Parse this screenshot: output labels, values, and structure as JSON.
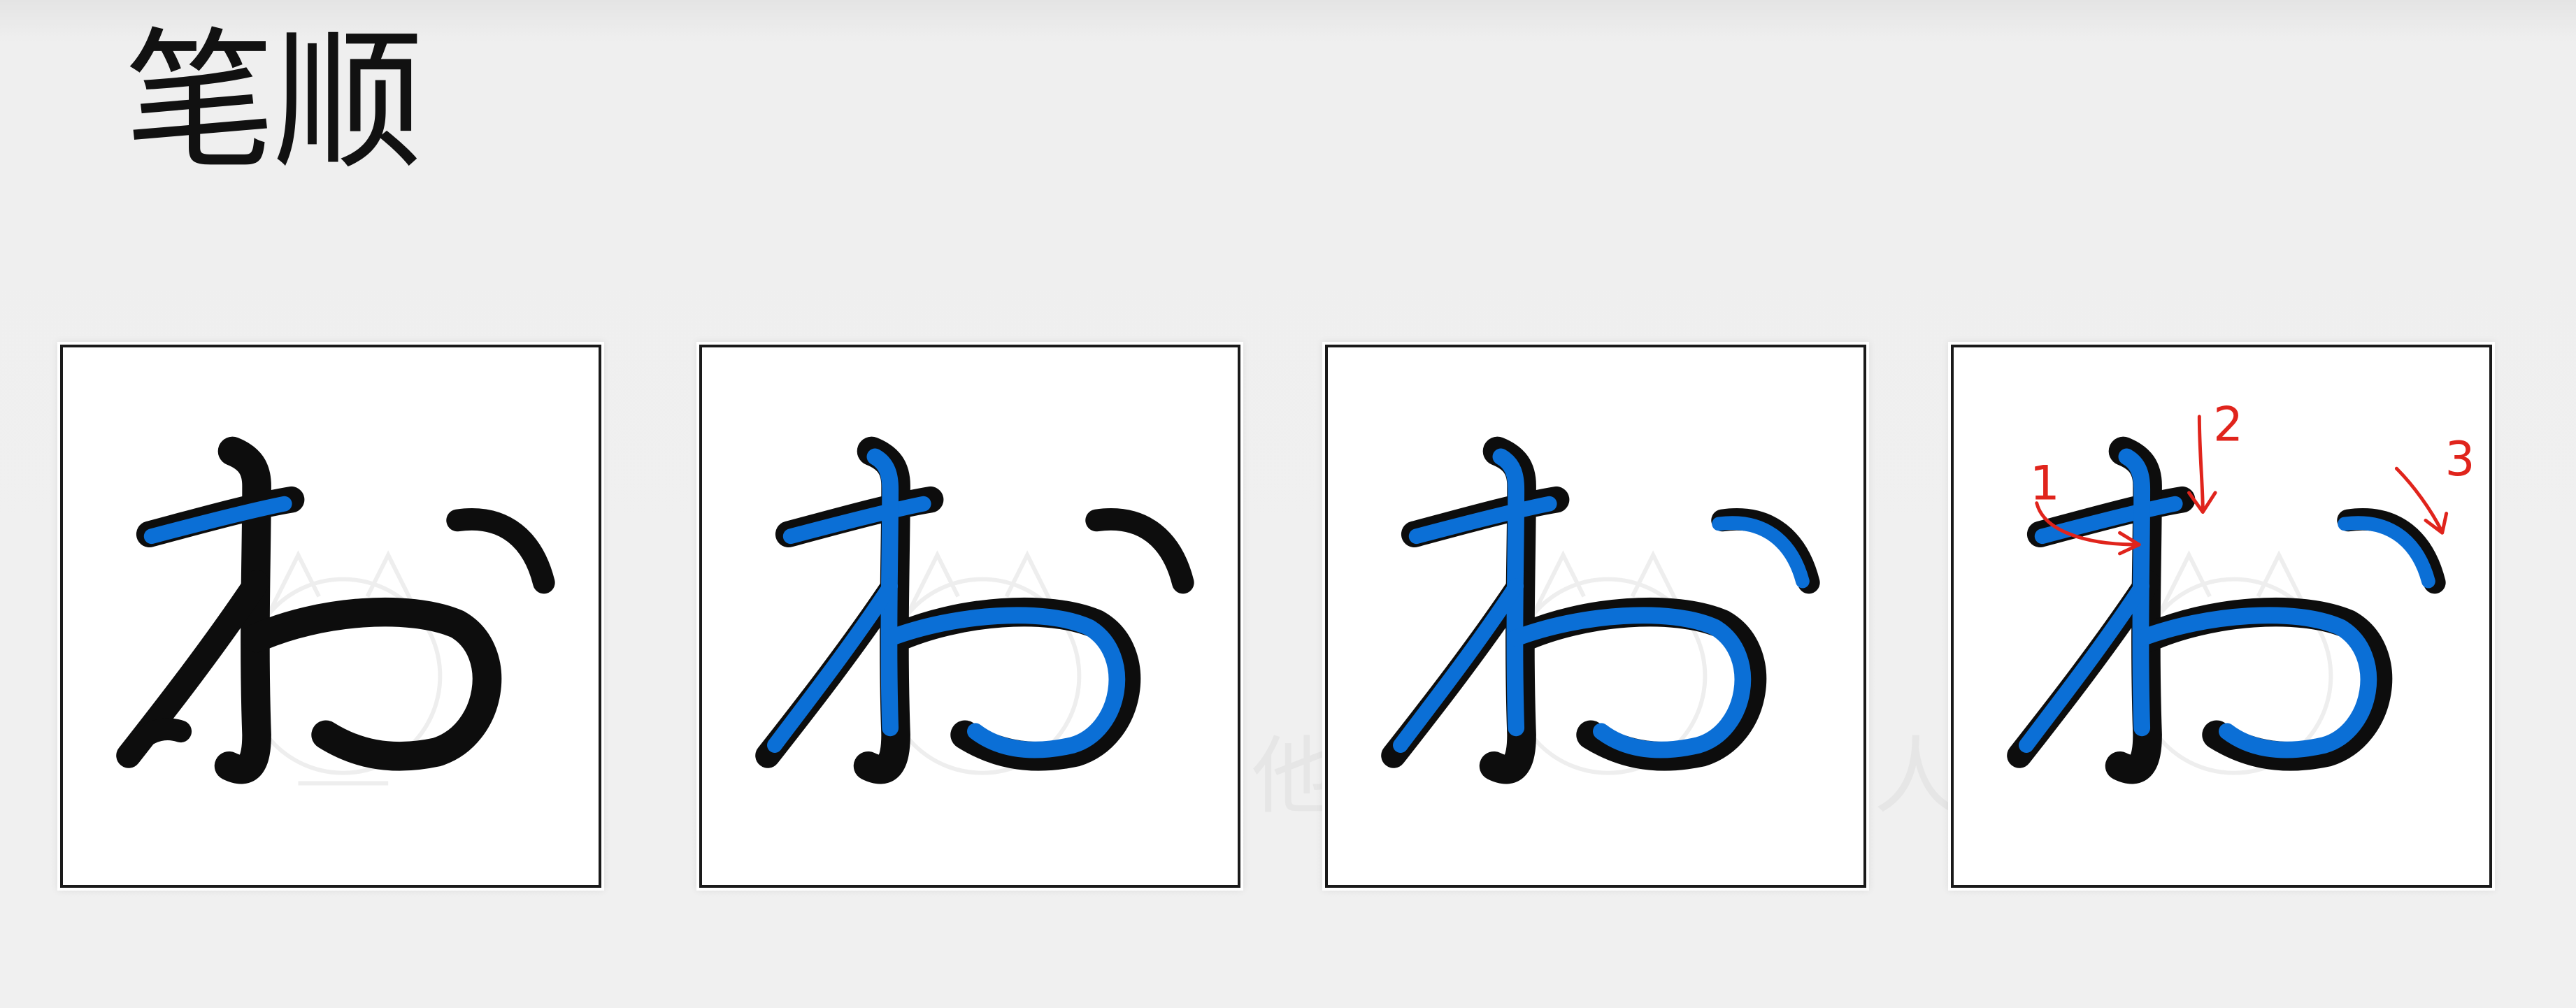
{
  "title": "笔顺",
  "frames": [
    {
      "label": "stroke-order-frame-1",
      "character": "お"
    },
    {
      "label": "stroke-order-frame-2",
      "character": "お"
    },
    {
      "label": "stroke-order-frame-3",
      "character": "お"
    },
    {
      "label": "stroke-order-frame-4",
      "character": "お"
    }
  ],
  "stroke_numbers": [
    "1",
    "2",
    "3"
  ],
  "watermark_chars": [
    "他",
    "人"
  ],
  "colors": {
    "ink": "#0d0d0d",
    "highlight": "#0b6fd6",
    "annotation": "#e0241c",
    "watermark": "#e6e6e6"
  }
}
